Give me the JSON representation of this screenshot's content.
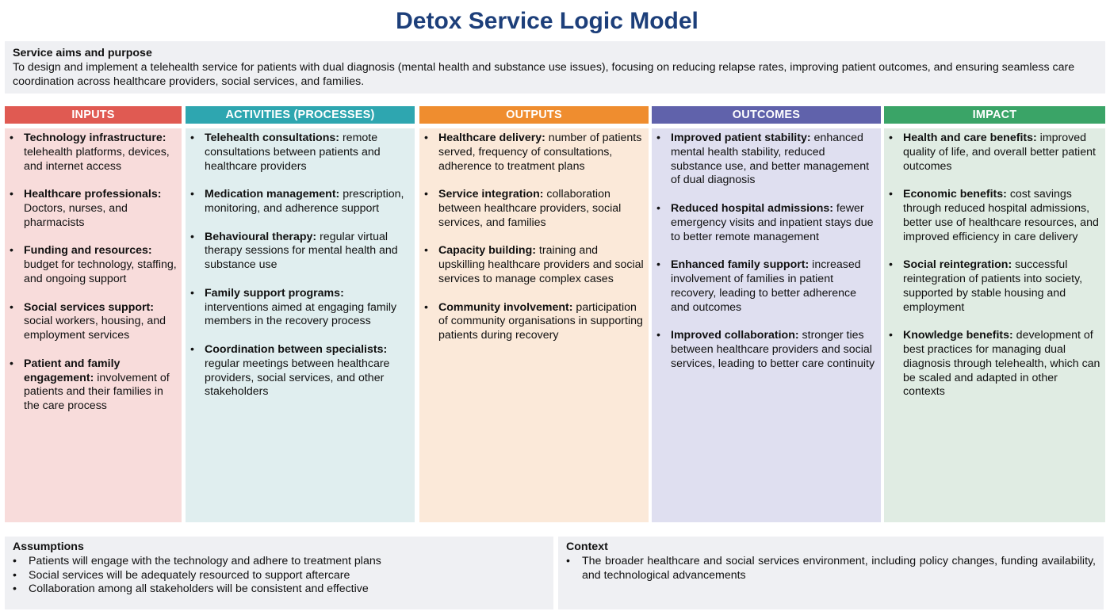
{
  "title": "Detox Service Logic Model",
  "aims": {
    "heading": "Service aims and purpose",
    "text": "To design and implement a telehealth service for patients with dual diagnosis (mental health and substance use issues), focusing on reducing relapse rates, improving patient outcomes, and ensuring seamless care coordination across healthcare providers, social services, and families."
  },
  "bullet": "•",
  "columns": {
    "inputs": {
      "title": "INPUTS",
      "color": "#e05a52",
      "items": [
        {
          "bold": "Technology infrastructure:",
          "text": " telehealth platforms, devices, and internet access"
        },
        {
          "bold": "Healthcare professionals:",
          "text": " Doctors, nurses, and pharmacists"
        },
        {
          "bold": "Funding and resources:",
          "text": " budget for technology, staffing, and ongoing support"
        },
        {
          "bold": "Social services support:",
          "text": " social workers, housing, and employment services"
        },
        {
          "bold": "Patient and family engagement:",
          "text": " involvement of patients and their families in the care process"
        }
      ]
    },
    "activities": {
      "title": "ACTIVITIES (PROCESSES)",
      "color": "#2ea6b0",
      "items": [
        {
          "bold": "Telehealth consultations:",
          "text": " remote consultations between patients and healthcare providers"
        },
        {
          "bold": "Medication management:",
          "text": " prescription, monitoring, and adherence support"
        },
        {
          "bold": "Behavioural therapy:",
          "text": " regular virtual therapy sessions for mental health and substance use"
        },
        {
          "bold": "Family support programs:",
          "text": " interventions aimed at engaging family members in the recovery process"
        },
        {
          "bold": "Coordination between specialists:",
          "text": " regular meetings between healthcare providers, social services, and other stakeholders"
        }
      ]
    },
    "outputs": {
      "title": "OUTPUTS",
      "color": "#ef8d2f",
      "items": [
        {
          "bold": "Healthcare delivery:",
          "text": " number of patients served, frequency of consultations, adherence to treatment plans"
        },
        {
          "bold": "Service integration:",
          "text": " collaboration between healthcare providers, social services, and families"
        },
        {
          "bold": "Capacity building:",
          "text": " training and upskilling healthcare providers and social services to manage complex cases"
        },
        {
          "bold": "Community involvement:",
          "text": " participation of community organisations in supporting patients during recovery"
        }
      ]
    },
    "outcomes": {
      "title": "OUTCOMES",
      "color": "#6062ab",
      "items": [
        {
          "bold": "Improved patient stability:",
          "text": " enhanced mental health stability, reduced substance use, and better management of dual diagnosis"
        },
        {
          "bold": "Reduced hospital admissions:",
          "text": " fewer emergency visits and inpatient stays due to better remote management"
        },
        {
          "bold": "Enhanced family support:",
          "text": " increased involvement of families in patient recovery, leading to better adherence and outcomes"
        },
        {
          "bold": "Improved collaboration:",
          "text": " stronger ties between healthcare providers and social services, leading to better care continuity"
        }
      ]
    },
    "impact": {
      "title": "IMPACT",
      "color": "#3aa467",
      "items": [
        {
          "bold": "Health and care benefits:",
          "text": " improved quality of life, and overall better patient outcomes"
        },
        {
          "bold": "Economic benefits:",
          "text": " cost savings through reduced hospital admissions, better use of healthcare resources, and improved efficiency in care delivery"
        },
        {
          "bold": "Social reintegration:",
          "text": " successful reintegration of patients into society, supported by stable housing and employment"
        },
        {
          "bold": "Knowledge benefits:",
          "text": " development of best practices for managing dual diagnosis through telehealth, which can be scaled and adapted in other contexts"
        }
      ]
    }
  },
  "assumptions": {
    "heading": "Assumptions",
    "items": [
      "Patients will engage with the technology and adhere to treatment plans",
      "Social services will be adequately resourced to support aftercare",
      "Collaboration among all stakeholders will be consistent and effective"
    ]
  },
  "context": {
    "heading": "Context",
    "items": [
      "The broader healthcare and social services environment, including policy changes, funding availability, and technological advancements"
    ]
  }
}
